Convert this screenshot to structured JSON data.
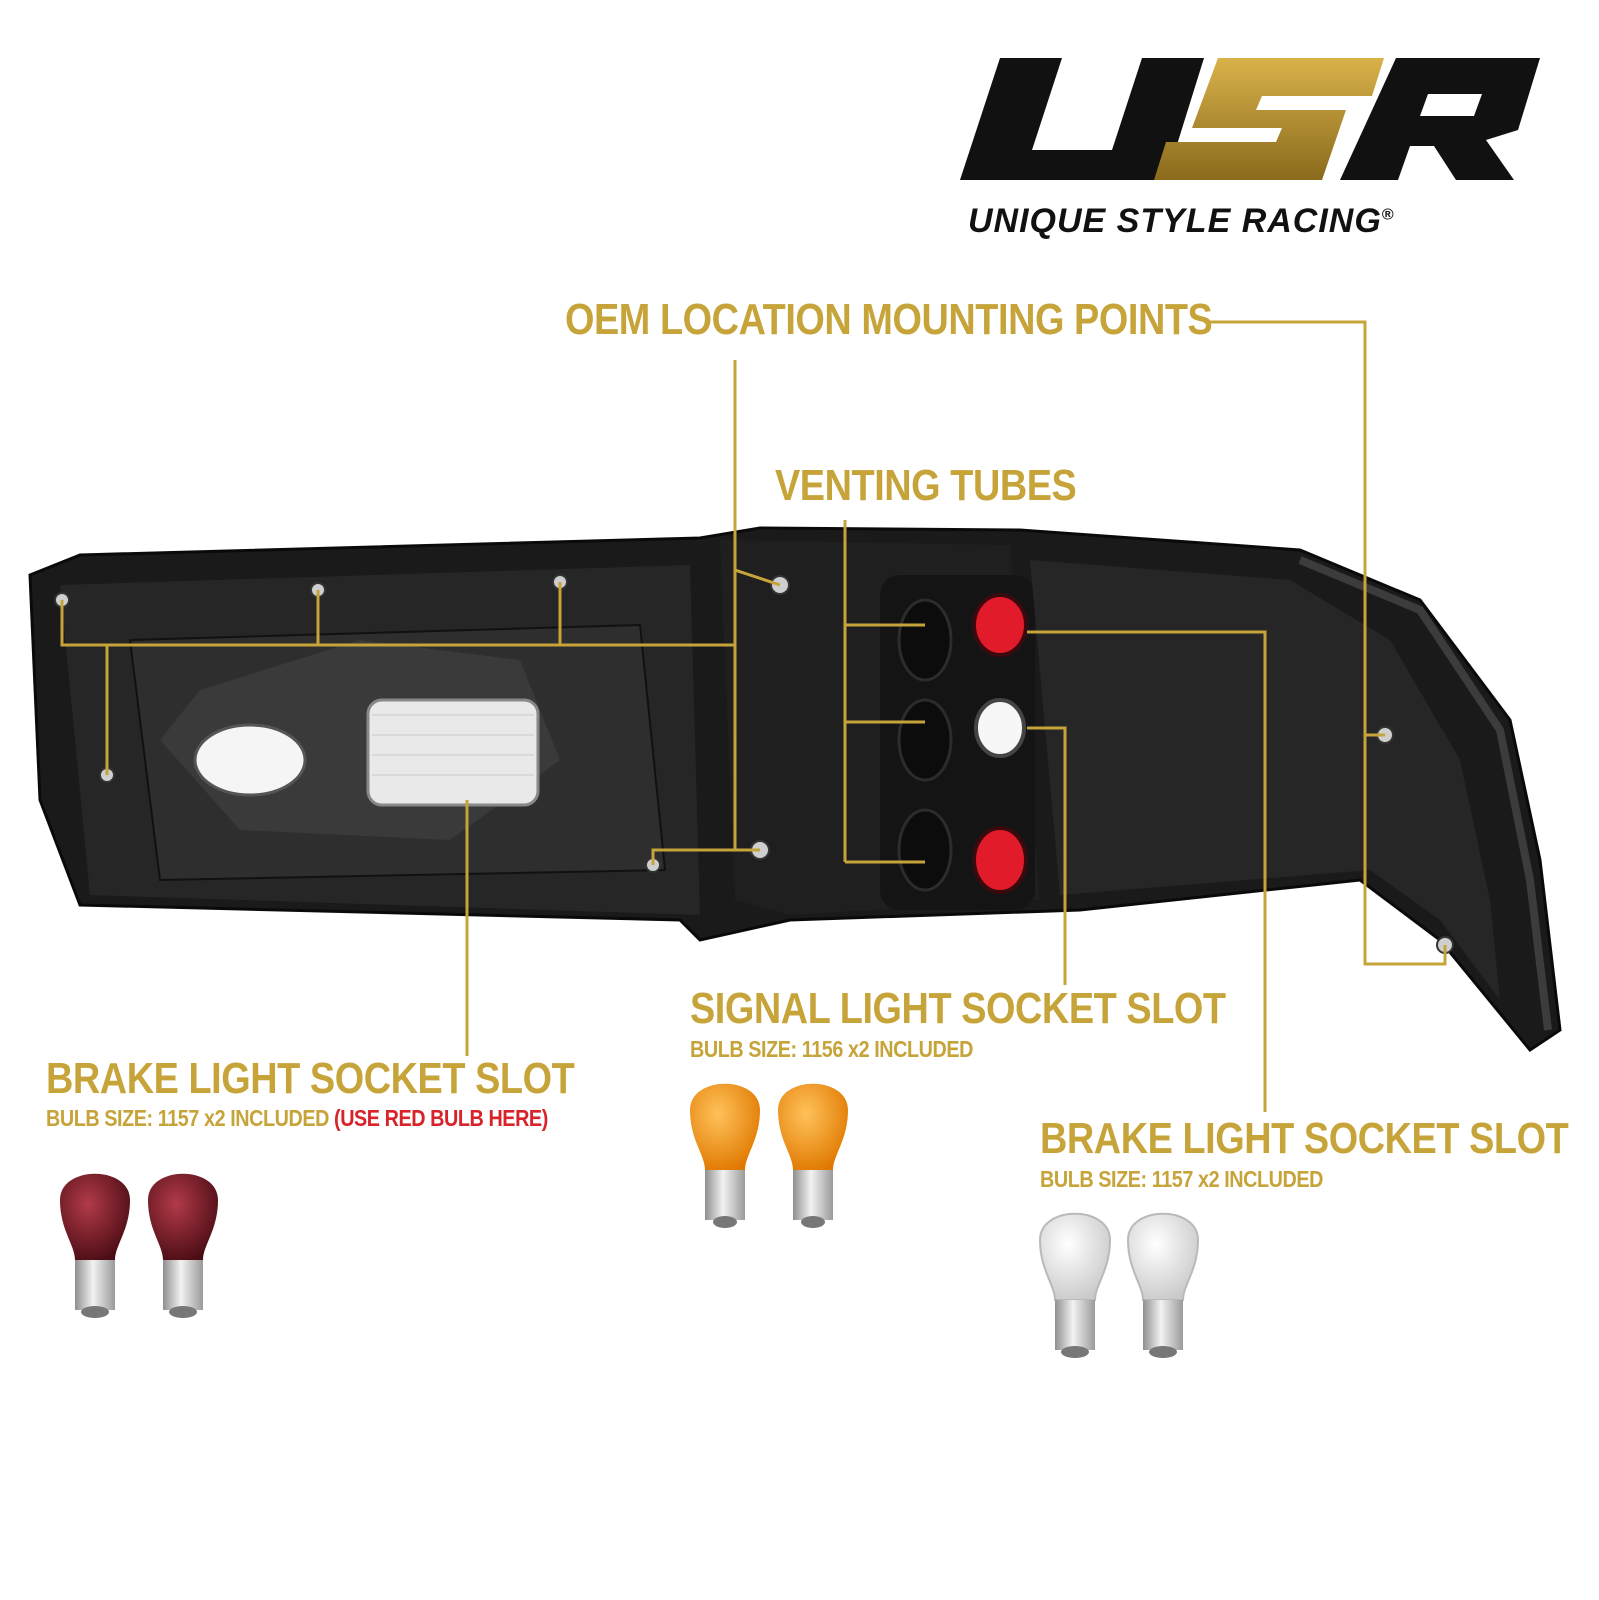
{
  "brand": {
    "monogram": "USR",
    "name": "UNIQUE STYLE RACING",
    "registered_mark": "®",
    "colors": {
      "gold": "#c6a43a",
      "black": "#111111",
      "warning_red": "#d8232a"
    }
  },
  "callouts": {
    "mounting_points": {
      "title": "OEM LOCATION MOUNTING POINTS"
    },
    "venting_tubes": {
      "title": "VENTING TUBES"
    },
    "signal_socket": {
      "title": "SIGNAL LIGHT SOCKET SLOT",
      "bulb_size": "BULB SIZE: 1156 x2 INCLUDED"
    },
    "brake_socket_left": {
      "title": "BRAKE LIGHT SOCKET SLOT",
      "bulb_size": "BULB SIZE: 1157 x2 INCLUDED",
      "note": "(USE RED BULB HERE)"
    },
    "brake_socket_right": {
      "title": "BRAKE LIGHT SOCKET SLOT",
      "bulb_size": "BULB SIZE: 1157 x2 INCLUDED"
    }
  },
  "bulbs": {
    "red_1157": {
      "icon": "red-bulb-icon",
      "glass_color": "#7a1621"
    },
    "amber_1156": {
      "icon": "amber-bulb-icon",
      "glass_color": "#f28c12"
    },
    "clear_1157": {
      "icon": "clear-bulb-icon",
      "glass_color": "#e6e6e6"
    }
  }
}
